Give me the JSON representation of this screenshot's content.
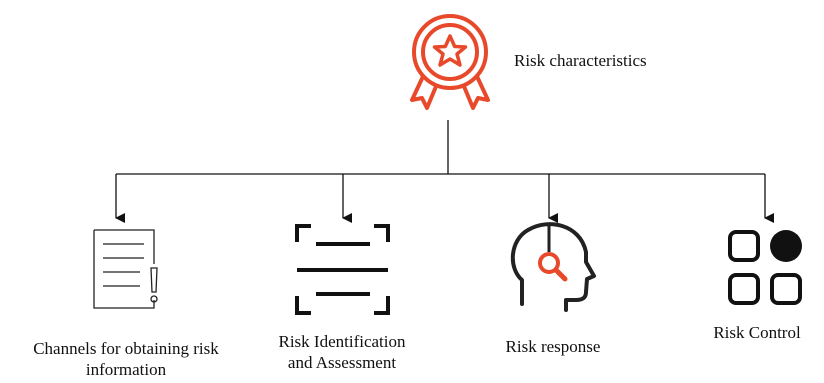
{
  "root": {
    "label": "Risk characteristics",
    "icon": "award-ribbon-star-icon",
    "color": "#e8492b"
  },
  "children": [
    {
      "label_line1": "Channels for obtaining risk",
      "label_line2": "information",
      "icon": "document-warning-icon"
    },
    {
      "label_line1": "Risk Identification",
      "label_line2": "and Assessment",
      "icon": "scan-frame-icon"
    },
    {
      "label_line1": "Risk response",
      "label_line2": "",
      "icon": "head-magnifier-icon"
    },
    {
      "label_line1": "Risk Control",
      "label_line2": "",
      "icon": "apps-grid-icon"
    }
  ]
}
